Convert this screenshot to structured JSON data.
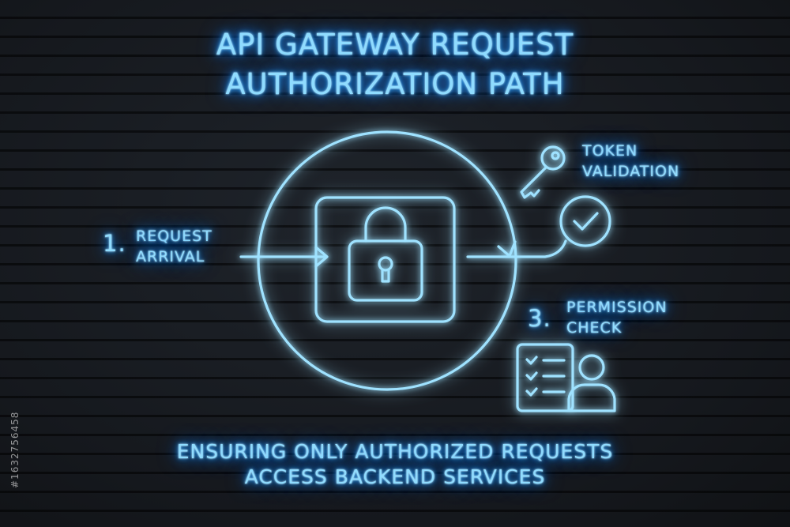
{
  "title": "API GATEWAY REQUEST\nAUTHORIZATION PATH",
  "steps": {
    "request": {
      "number": "1.",
      "label": "REQUEST\nARRIVAL"
    },
    "token": {
      "label": "TOKEN\nVALIDATION"
    },
    "permission": {
      "number": "3.",
      "label": "PERMISSION\nCHECK"
    }
  },
  "subtitle": "ENSURING ONLY AUTHORIZED REQUESTS\nACCESS BACKEND SERVICES",
  "watermark": "#1632756458",
  "colors": {
    "neon": "#8fdcff",
    "glow": "#1c8fff",
    "background": "#17191e"
  },
  "icons": [
    "padlock-icon",
    "key-icon",
    "checkmark-icon",
    "checklist-icon",
    "user-icon"
  ]
}
